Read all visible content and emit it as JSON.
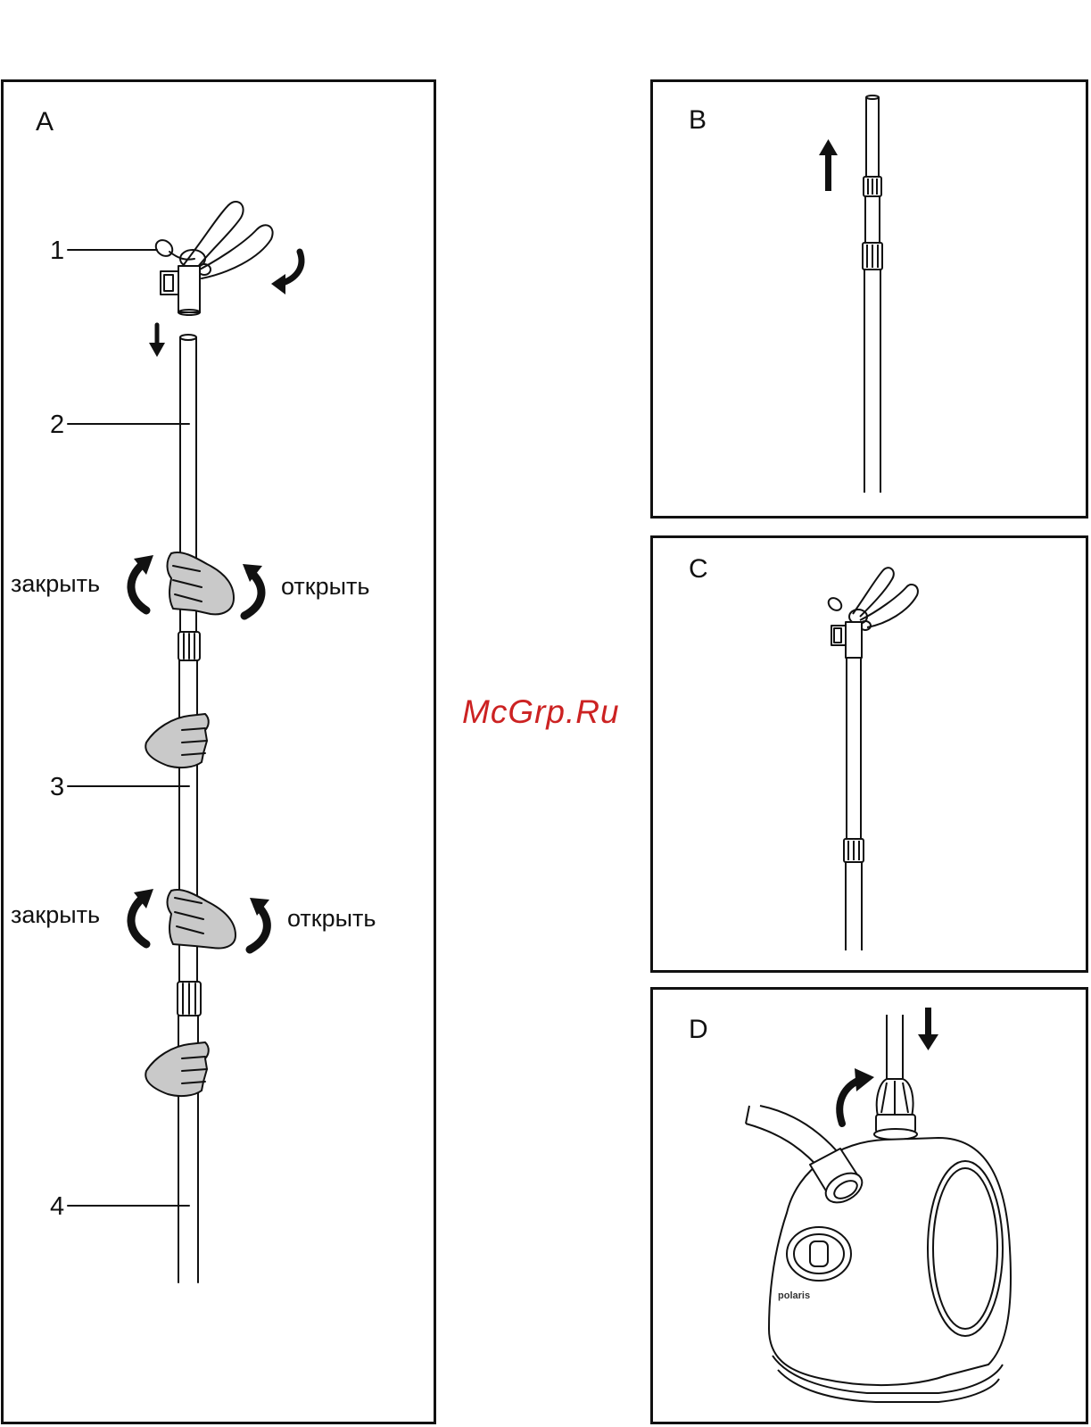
{
  "panels": {
    "a": {
      "letter": "A"
    },
    "b": {
      "letter": "B"
    },
    "c": {
      "letter": "C"
    },
    "d": {
      "letter": "D"
    }
  },
  "callouts": [
    "1",
    "2",
    "3",
    "4"
  ],
  "actions": {
    "close": "закрыть",
    "open": "открыть"
  },
  "device": {
    "brand": "polaris"
  },
  "watermark": "McGrp.Ru",
  "colors": {
    "line": "#111111",
    "hand": "#c9c9c9",
    "watermark": "#cc2222"
  }
}
